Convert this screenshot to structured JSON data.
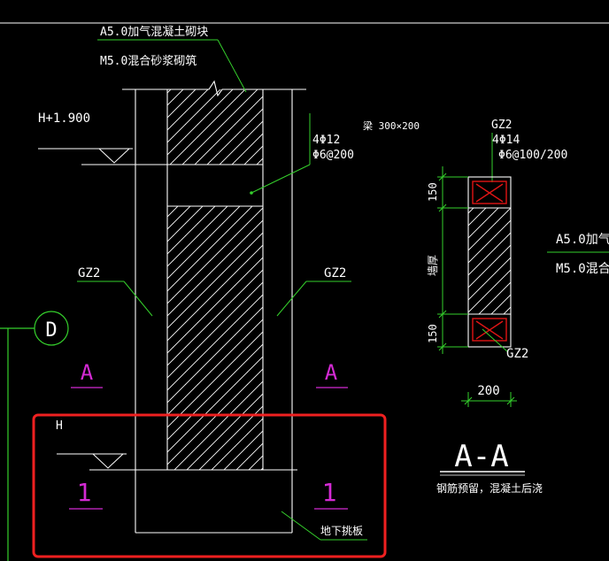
{
  "colors": {
    "background": "#000000",
    "line_white": "#ffffff",
    "leader_green": "#35d02c",
    "label_magenta": "#d42ad4",
    "rebar_red": "#e01515",
    "highlight_red": "#f02020"
  },
  "labels": {
    "material_block": "A5.0加气混凝土砌块",
    "material_mortar": "M5.0混合砂浆砌筑",
    "elevation": "H+1.900",
    "elevation_bottom": "H",
    "rebar_main": "4Φ12",
    "rebar_stirrup": "Φ6@200",
    "gz2_left": "GZ2",
    "gz2_right": "GZ2",
    "axis_d": "D",
    "section_a_left": "A",
    "section_a_right": "A",
    "section_1_left": "1",
    "section_1_right": "1",
    "basement_slab": "地下挑板",
    "beam_note": "梁 300×200",
    "gz2_detail": "GZ2",
    "detail_rebar_main": "4Φ14",
    "detail_rebar_stirrup": "Φ6@100/200",
    "dim_150_top": "150",
    "dim_wall_thickness": "墙厚",
    "dim_150_bottom": "150",
    "gz2_detail_bottom": "GZ2",
    "dim_200": "200",
    "material_block_cut": "A5.0加气",
    "material_mortar_cut": "M5.0混合",
    "section_title": "A-A",
    "section_note": "钢筋预留，混凝土后浇"
  }
}
